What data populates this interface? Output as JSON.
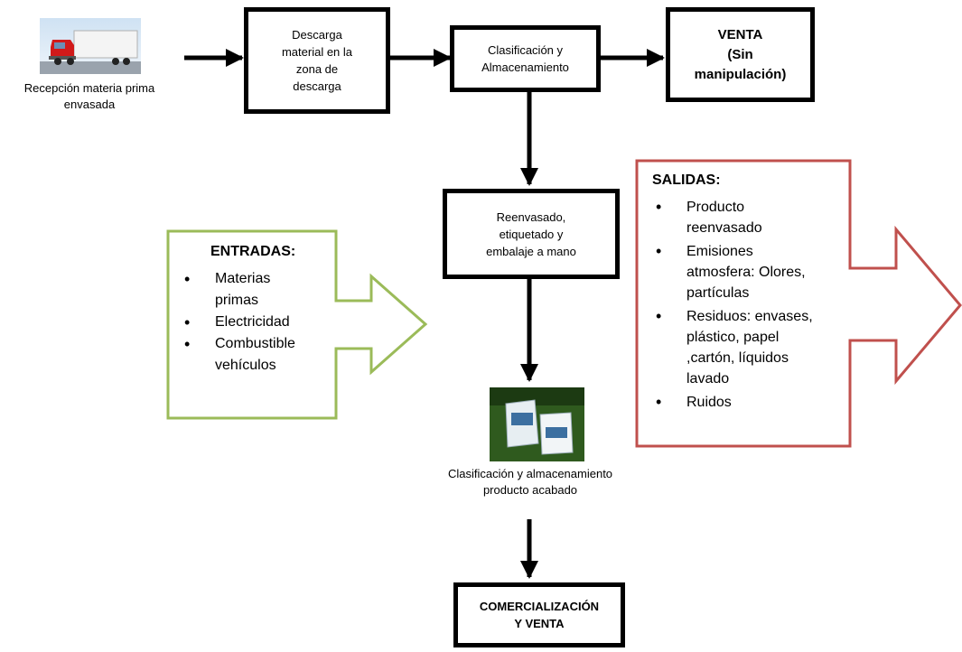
{
  "reception": {
    "label": "Recepción materia prima\nenvasada",
    "image_icon": "truck-photo"
  },
  "steps": {
    "unloading": "Descarga\nmaterial en la\nzona de\ndescarga",
    "classification": "Clasificación  y\nAlmacenamiento",
    "sale_direct": "VENTA\n(Sin\nmanipulación)",
    "repackaging": "Reenvasado,\netiquetado y\nembalaje a mano",
    "finished_storage": "Clasificación y almacenamiento\nproducto acabado",
    "commercialization": "COMERCIALIZACIÓN\nY VENTA"
  },
  "product_image_icon": "packaged-bags-photo",
  "inputs": {
    "title": "ENTRADAS:",
    "items": [
      "Materias\nprimas",
      "Electricidad",
      "Combustible\nvehículos"
    ],
    "color": "#9bbb59"
  },
  "outputs": {
    "title": "SALIDAS:",
    "items": [
      "Producto\nreenvasado",
      "Emisiones\natmosfera: Olores,\npartículas",
      "Residuos: envases,\nplástico, papel\n,cartón, líquidos\nlavado",
      "Ruidos"
    ],
    "color": "#c0504d"
  }
}
